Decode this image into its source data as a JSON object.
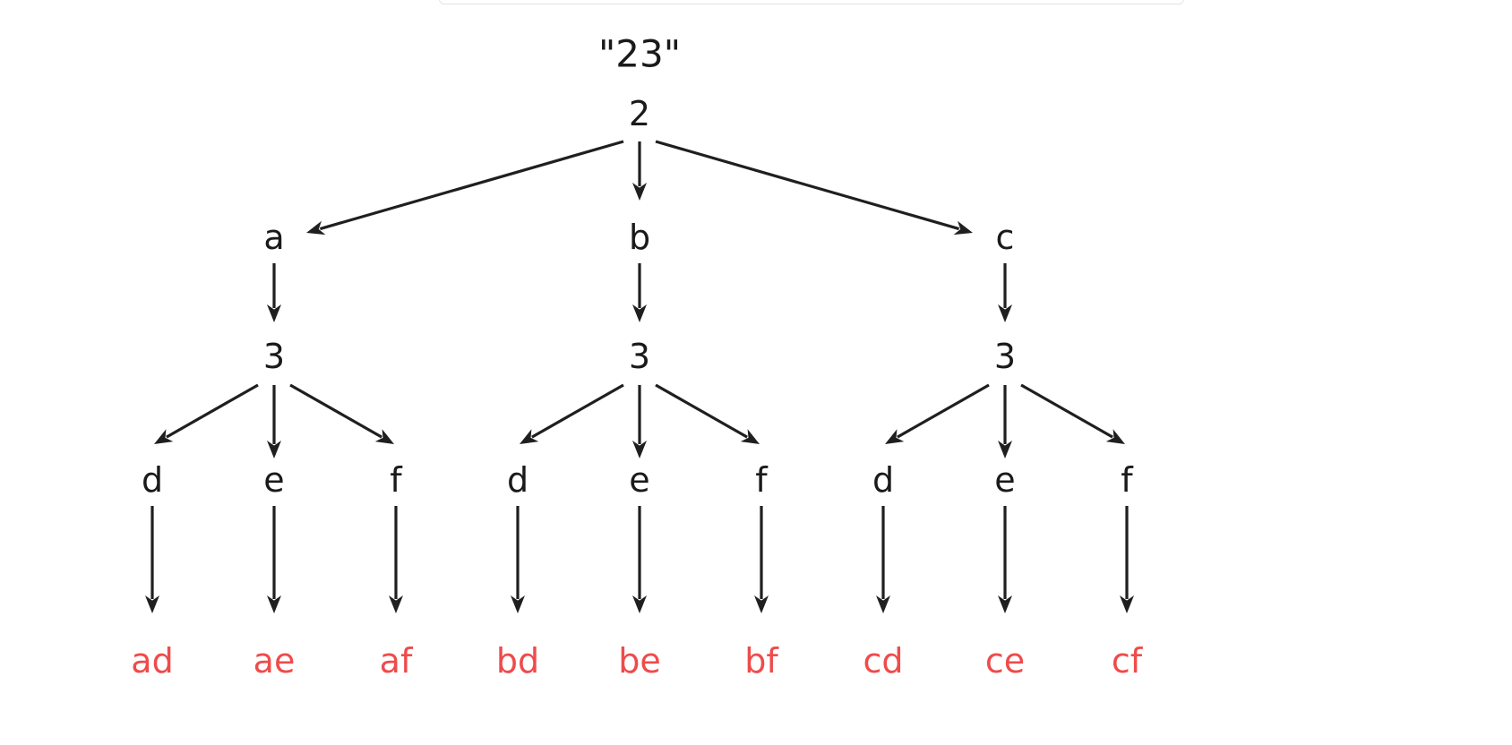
{
  "input_label": "\"23\"",
  "root": "2",
  "level1": [
    "a",
    "b",
    "c"
  ],
  "level2": [
    "3",
    "3",
    "3"
  ],
  "level3": [
    "d",
    "e",
    "f",
    "d",
    "e",
    "f",
    "d",
    "e",
    "f"
  ],
  "leaves": [
    "ad",
    "ae",
    "af",
    "bd",
    "be",
    "bf",
    "cd",
    "ce",
    "cf"
  ],
  "colors": {
    "node": "#1a1a1a",
    "leaf": "#ef4b4b",
    "edge": "#1f1f1f"
  }
}
